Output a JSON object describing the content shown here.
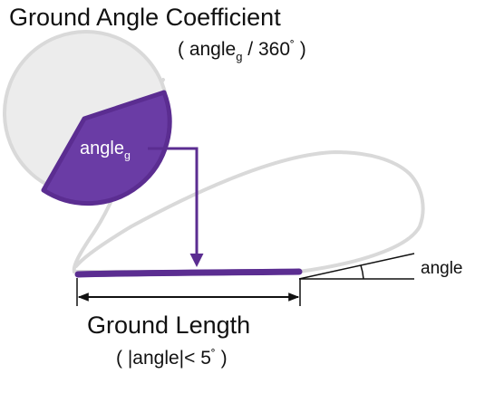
{
  "title": "Ground Angle Coefficient",
  "subtitle": {
    "open": "( angle",
    "sub": "g",
    "close": " / 360",
    "deg": "˚",
    "end": " )"
  },
  "sector_label": {
    "text": "angle",
    "sub": "g"
  },
  "angle_label": "angle",
  "ground_length": {
    "title": "Ground Length",
    "condition": {
      "open": "( |angle|< 5",
      "deg": "˚",
      "end": " )"
    }
  },
  "colors": {
    "accent": "#5b2d91",
    "accent_fill": "#6a3ca5",
    "outline": "#d9d9d9",
    "circle_fill": "#ececec",
    "line": "#111111",
    "text": "#111111"
  },
  "icons": [
    "arrow-down-icon",
    "dimension-arrows-icon"
  ]
}
